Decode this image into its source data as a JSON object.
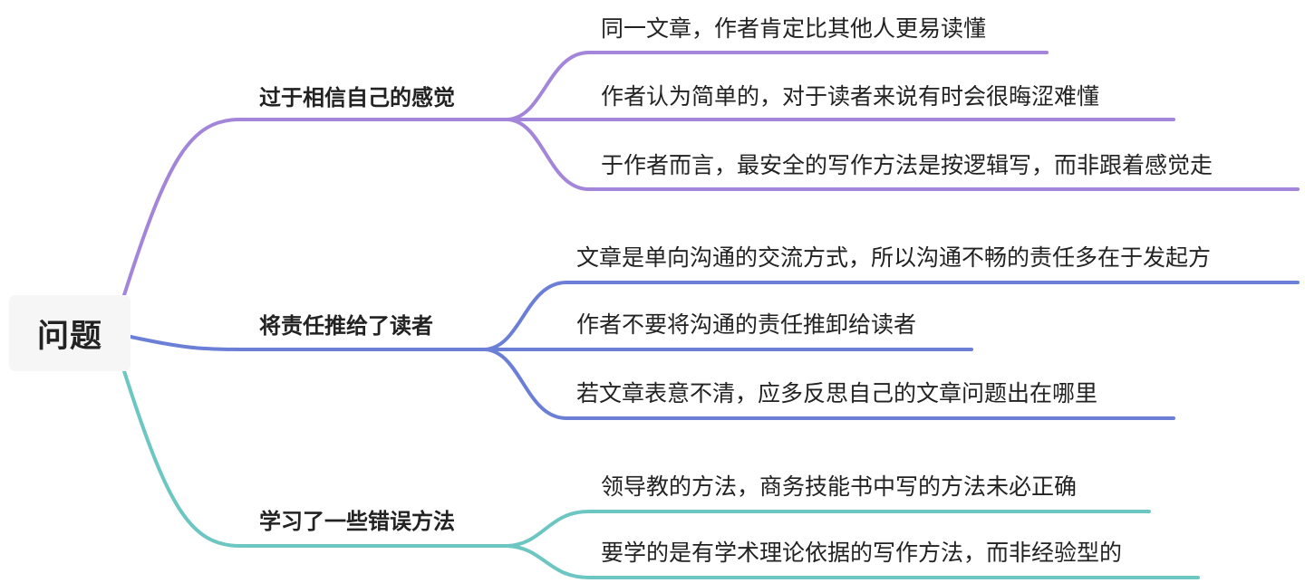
{
  "root": {
    "label": "问题"
  },
  "branches": [
    {
      "label": "过于相信自己的感觉",
      "color": "#a386d9",
      "children": [
        "同一文章，作者肯定比其他人更易读懂",
        "作者认为简单的，对于读者来说有时会很晦涩难懂",
        "于作者而言，最安全的写作方法是按逻辑写，而非跟着感觉走"
      ]
    },
    {
      "label": "将责任推给了读者",
      "color": "#6b7fd6",
      "children": [
        "文章是单向沟通的交流方式，所以沟通不畅的责任多在于发起方",
        "作者不要将沟通的责任推卸给读者",
        "若文章表意不清，应多反思自己的文章问题出在哪里"
      ]
    },
    {
      "label": "学习了一些错误方法",
      "color": "#6cc6c2",
      "children": [
        "领导教的方法，商务技能书中写的方法未必正确",
        "要学的是有学术理论依据的写作方法，而非经验型的"
      ]
    }
  ]
}
